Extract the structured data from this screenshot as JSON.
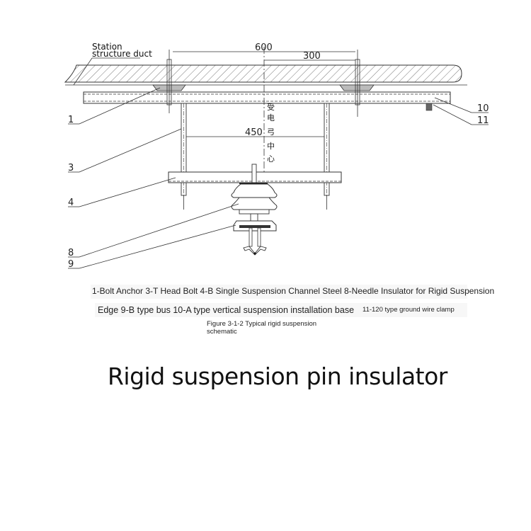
{
  "diagram": {
    "annotation_station_duct": [
      "Station",
      "structure duct"
    ],
    "dimensions": {
      "overall_span": "600",
      "half_span": "300",
      "bolt_spacing": "450"
    },
    "centerline_label_chars": [
      "受",
      "电",
      "弓",
      "中",
      "心"
    ],
    "callouts": [
      "1",
      "3",
      "4",
      "8",
      "9",
      "10",
      "11"
    ]
  },
  "legend": {
    "line1": "1-Bolt Anchor 3-T Head Bolt 4-B Single Suspension Channel Steel 8-Needle Insulator for Rigid Suspension",
    "line2": "Edge 9-B type bus 10-A type vertical suspension installation base",
    "line3": "11-120 type ground wire clamp",
    "caption": "Figure 3-1-2 Typical rigid suspension schematic"
  },
  "title": "Rigid suspension pin insulator"
}
